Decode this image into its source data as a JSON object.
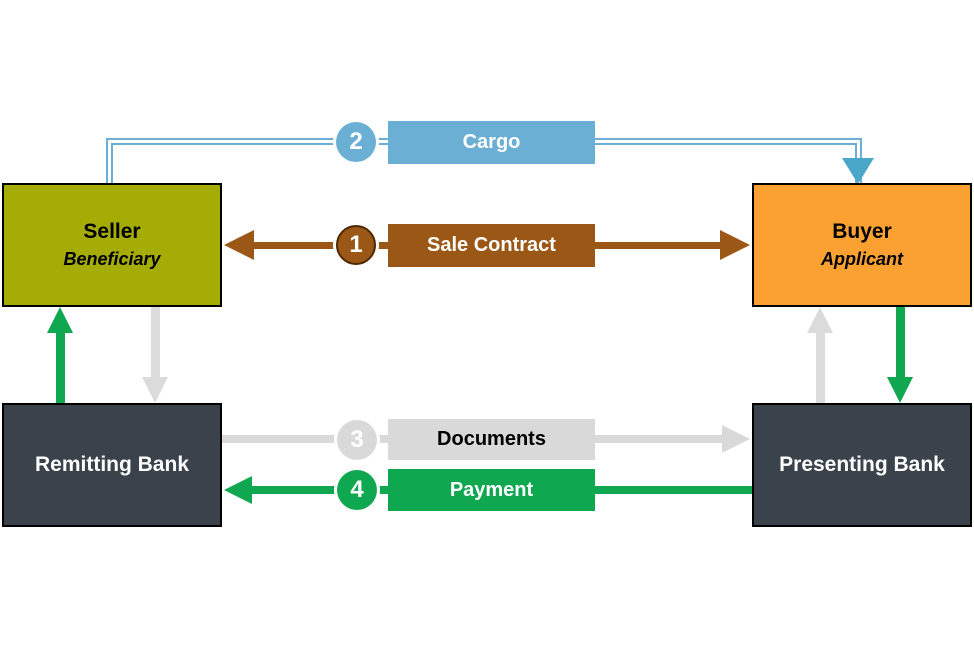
{
  "nodes": {
    "seller": {
      "title": "Seller",
      "subtitle": "Beneficiary",
      "bg": "#A6AC06",
      "text_color": "#000000"
    },
    "buyer": {
      "title": "Buyer",
      "subtitle": "Applicant",
      "bg": "#FBA132",
      "text_color": "#000000"
    },
    "remitting_bank": {
      "title": "Remitting Bank",
      "bg": "#3A424B",
      "text_color": "#FFFFFF"
    },
    "presenting_bank": {
      "title": "Presenting Bank",
      "bg": "#3A424B",
      "text_color": "#FFFFFF"
    }
  },
  "flows": {
    "sale_contract": {
      "step": "1",
      "label": "Sale Contract",
      "color": "#9A5716",
      "from": "Seller",
      "to": "Buyer",
      "direction": "bidirectional"
    },
    "cargo": {
      "step": "2",
      "label": "Cargo",
      "color": "#6CAFD4",
      "from": "Seller",
      "to": "Buyer",
      "direction": "one-way"
    },
    "documents": {
      "step": "3",
      "label": "Documents",
      "color": "#D9D9D9",
      "from": "Remitting Bank",
      "to": "Presenting Bank",
      "direction": "one-way"
    },
    "payment": {
      "step": "4",
      "label": "Payment",
      "color": "#0FA850",
      "from": "Presenting Bank",
      "to": "Remitting Bank",
      "direction": "one-way"
    }
  },
  "side_arrows": {
    "remitting_to_seller": {
      "color": "#0FA850",
      "direction": "up"
    },
    "seller_to_remitting": {
      "color": "#DBDBDB",
      "direction": "down"
    },
    "presenting_to_buyer": {
      "color": "#DBDBDB",
      "direction": "up"
    },
    "buyer_to_presenting": {
      "color": "#0FA850",
      "direction": "down"
    }
  }
}
